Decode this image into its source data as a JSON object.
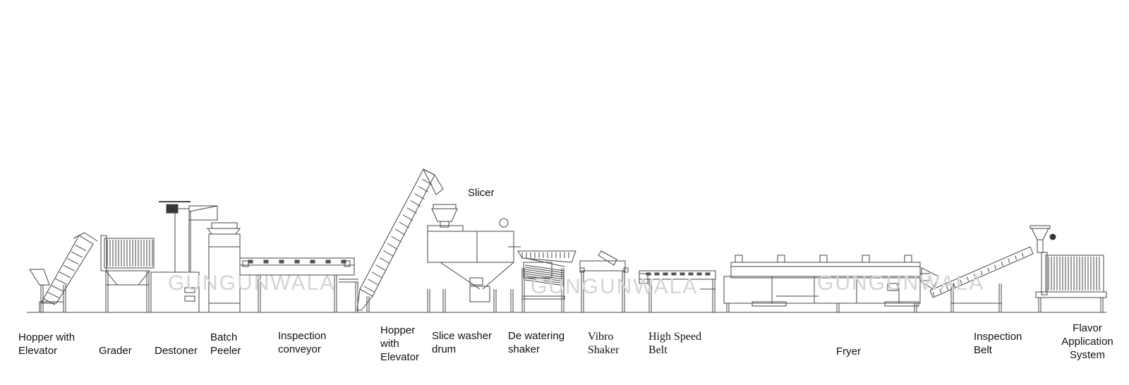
{
  "watermark": "GUNGUNWALA",
  "labels": {
    "hopper_elevator_1": [
      "Hopper with",
      "Elevator"
    ],
    "grader": [
      "Grader"
    ],
    "destoner": [
      "Destoner"
    ],
    "batch_peeler": [
      "Batch",
      "Peeler"
    ],
    "inspection_conveyor": [
      "Inspection",
      "conveyor"
    ],
    "hopper_elevator_2": [
      "Hopper",
      "with",
      "Elevator"
    ],
    "slicer": [
      "Slicer"
    ],
    "slice_washer_drum": [
      "Slice washer",
      "drum"
    ],
    "de_watering_shaker": [
      "De watering",
      "shaker"
    ],
    "vibro_shaker": [
      "Vibro",
      "Shaker"
    ],
    "high_speed_belt": [
      "High Speed",
      "Belt"
    ],
    "fryer": [
      "Fryer"
    ],
    "inspection_belt": [
      "Inspection",
      "Belt"
    ],
    "flavor_application_system": [
      "Flavor",
      "Application",
      "System"
    ]
  }
}
